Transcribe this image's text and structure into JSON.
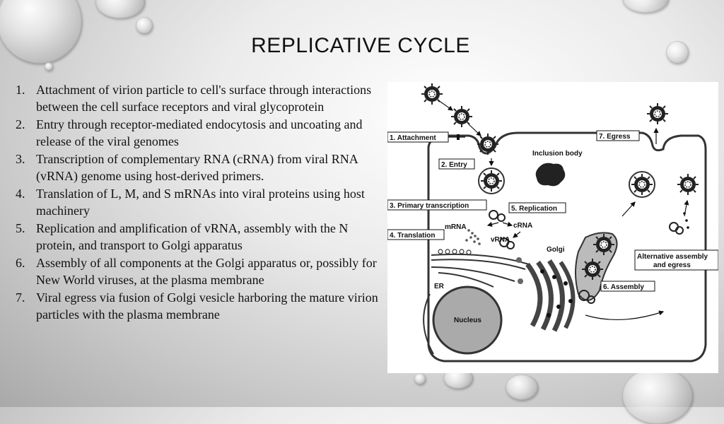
{
  "slide": {
    "title": "REPLICATIVE CYCLE",
    "steps": [
      {
        "num": "1.",
        "text": "Attachment of virion particle to cell's surface through interactions between the cell surface receptors and viral glycoprotein"
      },
      {
        "num": "2.",
        "text": "Entry through receptor-mediated endocytosis and uncoating and release of the viral genomes"
      },
      {
        "num": "3.",
        "text": "Transcription of complementary RNA (cRNA) from viral RNA (vRNA) genome using host-derived primers."
      },
      {
        "num": "4.",
        "text": "Translation of L, M, and S mRNAs into viral proteins using host machinery"
      },
      {
        "num": "5.",
        "text": "Replication and amplification of vRNA, assembly with the N protein, and transport to Golgi apparatus"
      },
      {
        "num": "6.",
        "text": "Assembly of all components at the Golgi apparatus or, possibly for New World viruses, at the plasma membrane"
      },
      {
        "num": "7.",
        "text": "Viral egress via fusion of Golgi vesicle harboring the mature virion particles with the plasma membrane"
      }
    ]
  },
  "diagram": {
    "labels": {
      "attachment": "1. Attachment",
      "entry": "2. Entry",
      "primary_transcription": "3. Primary transcription",
      "translation": "4. Translation",
      "replication": "5. Replication",
      "assembly": "6. Assembly",
      "egress": "7. Egress",
      "inclusion_body": "Inclusion body",
      "mrna": "mRNA",
      "crna": "cRNA",
      "vrna": "vRNA",
      "golgi": "Golgi",
      "er": "ER",
      "nucleus": "Nucleus",
      "alt_assembly_line1": "Alternative  assembly",
      "alt_assembly_line2": "and egress"
    }
  }
}
